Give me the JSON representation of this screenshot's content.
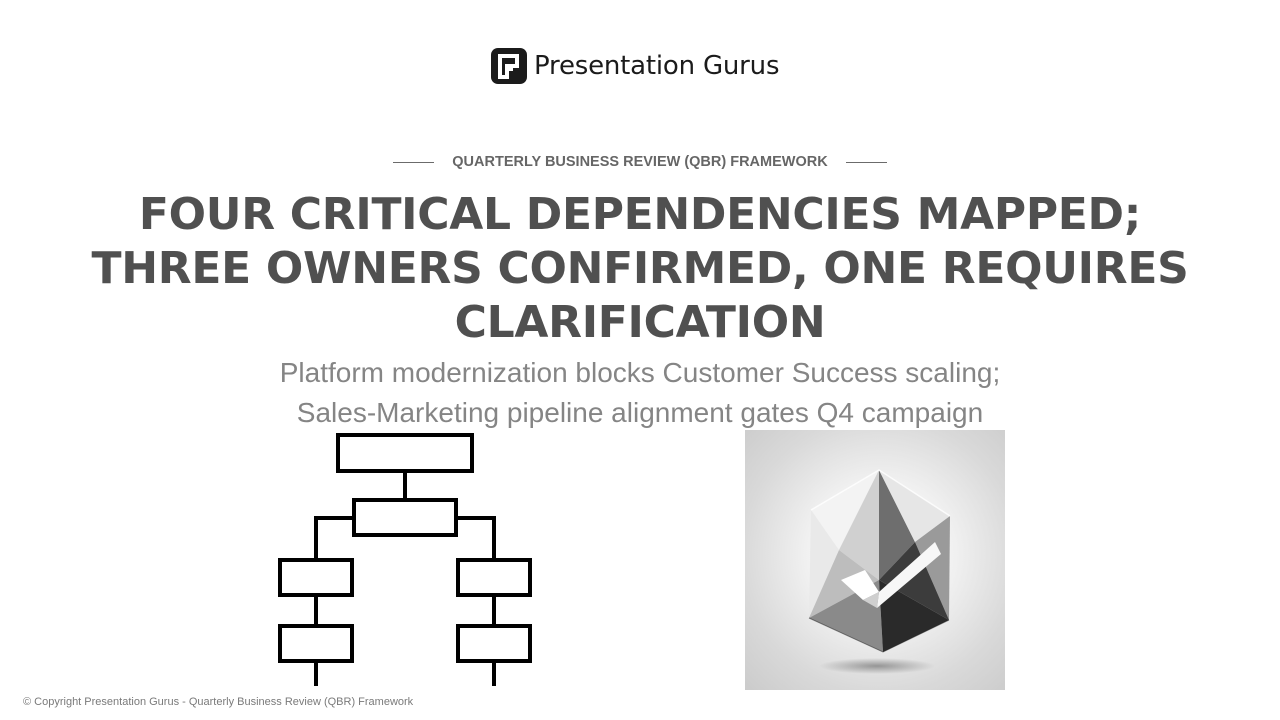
{
  "brand": {
    "name": "Presentation Gurus",
    "logo_icon": "pg-logo-icon"
  },
  "slide": {
    "eyebrow": "QUARTERLY BUSINESS REVIEW (QBR) FRAMEWORK",
    "headline": "FOUR CRITICAL DEPENDENCIES MAPPED; THREE OWNERS CONFIRMED, ONE REQUIRES CLARIFICATION",
    "subtitle_line1": "Platform modernization blocks Customer Success scaling;",
    "subtitle_line2": "Sales-Marketing pipeline alignment gates Q4 campaign"
  },
  "illustrations": {
    "left_icon": "org-chart-icon",
    "right_image": "geometric-checkmark-image"
  },
  "footer": {
    "copyright": "© Copyright Presentation Gurus - Quarterly Business Review (QBR) Framework"
  },
  "colors": {
    "headline": "#505050",
    "subtitle": "#858585",
    "eyebrow": "#666666",
    "logo": "#1b1b1b"
  }
}
